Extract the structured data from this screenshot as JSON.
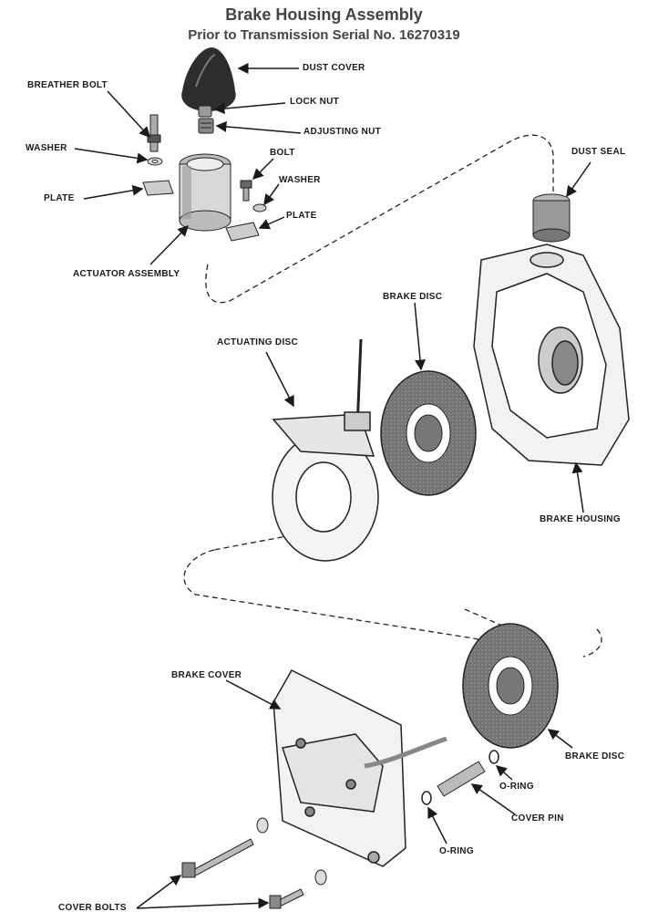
{
  "title": "Brake Housing Assembly",
  "subtitle": "Prior to Transmission Serial No. 16270319",
  "labels": {
    "dust_cover": "DUST COVER",
    "breather_bolt": "BREATHER BOLT",
    "lock_nut": "LOCK NUT",
    "adjusting_nut": "ADJUSTING NUT",
    "washer_left": "WASHER",
    "bolt": "BOLT",
    "washer_right": "WASHER",
    "plate_left": "PLATE",
    "plate_right": "PLATE",
    "actuator_assembly": "ACTUATOR ASSEMBLY",
    "dust_seal": "DUST SEAL",
    "brake_disc_top": "BRAKE DISC",
    "actuating_disc": "ACTUATING DISC",
    "brake_housing": "BRAKE HOUSING",
    "brake_cover": "BRAKE COVER",
    "brake_disc_bottom": "BRAKE DISC",
    "o_ring_right": "O-RING",
    "cover_pin": "COVER PIN",
    "o_ring_left": "O-RING",
    "cover_bolts": "COVER BOLTS"
  }
}
